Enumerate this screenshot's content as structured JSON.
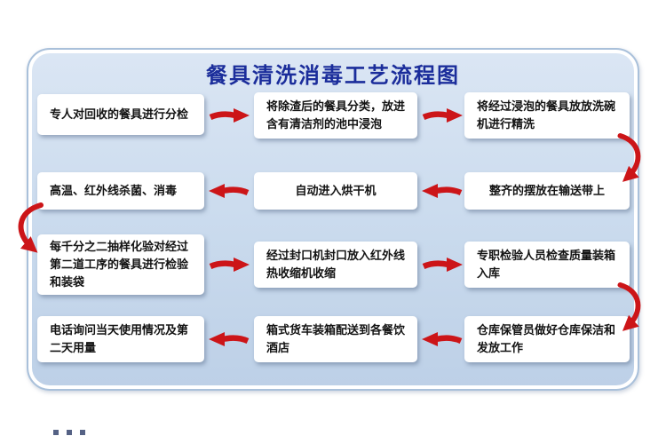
{
  "title": "餐具清洗消毒工艺流程图",
  "colors": {
    "title_blue": "#1b2d9b",
    "arrow_red": "#cc1518",
    "panel_blue": "#c9daed",
    "box_white": "#ffffff"
  },
  "steps": [
    {
      "id": 1,
      "label": "专人对回收的餐具进行分检"
    },
    {
      "id": 2,
      "label": "将除渣后的餐具分类，放进含有清洁剂的池中浸泡"
    },
    {
      "id": 3,
      "label": "将经过浸泡的餐具放放洗碗机进行精洗"
    },
    {
      "id": 4,
      "label": "整齐的摆放在输送带上"
    },
    {
      "id": 5,
      "label": "自动进入烘干机"
    },
    {
      "id": 6,
      "label": "高温、红外线杀菌、消毒"
    },
    {
      "id": 7,
      "label": "每千分之二抽样化验对经过第二道工序的餐具进行检验和装袋"
    },
    {
      "id": 8,
      "label": "经过封口机封口放入红外线热收缩机收缩"
    },
    {
      "id": 9,
      "label": "专职检验人员检查质量装箱入库"
    },
    {
      "id": 10,
      "label": "仓库保管员做好仓库保洁和发放工作"
    },
    {
      "id": 11,
      "label": "箱式货车装箱配送到各餐饮酒店"
    },
    {
      "id": 12,
      "label": "电话询问当天使用情况及第二天用量"
    }
  ],
  "flow_order": [
    1,
    2,
    3,
    4,
    5,
    6,
    7,
    8,
    9,
    10,
    11,
    12
  ]
}
